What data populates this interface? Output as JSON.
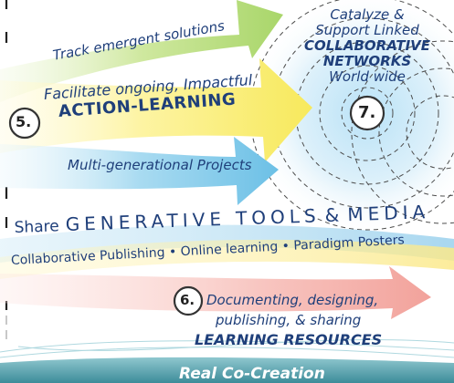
{
  "arrows": {
    "track": "Track emergent solutions",
    "facilitate": "Facilitate ongoing, Impactful",
    "action_learning": "ACTION-LEARNING",
    "step5": "5.",
    "multigen": "Multi-generational Projects"
  },
  "networks": {
    "line1": "Catalyze &",
    "line2": "Support Linked",
    "line3": "COLLABORATIVE",
    "line4": "NETWORKS",
    "line5": "World wide",
    "step7": "7."
  },
  "tools": {
    "share": "Share",
    "generative": "GENERATIVE",
    "tools_word": "TOOLS",
    "amp": "&",
    "media": "MEDIA",
    "subline": "Collaborative Publishing • Online learning • Paradigm Posters"
  },
  "resources": {
    "step6": "6.",
    "line1": "Documenting, designing,",
    "line2": "publishing, & sharing",
    "line3": "LEARNING RESOURCES"
  },
  "banner": {
    "label": "Real Co-Creation"
  },
  "colors": {
    "text_blue": "#1f3f7a",
    "arrow_green": "#bfe08a",
    "arrow_yellow": "#fbf18c",
    "arrow_blue": "#8fd0ec",
    "arrow_pink": "#f6b9b4",
    "banner_teal": "#4a9aa6"
  }
}
